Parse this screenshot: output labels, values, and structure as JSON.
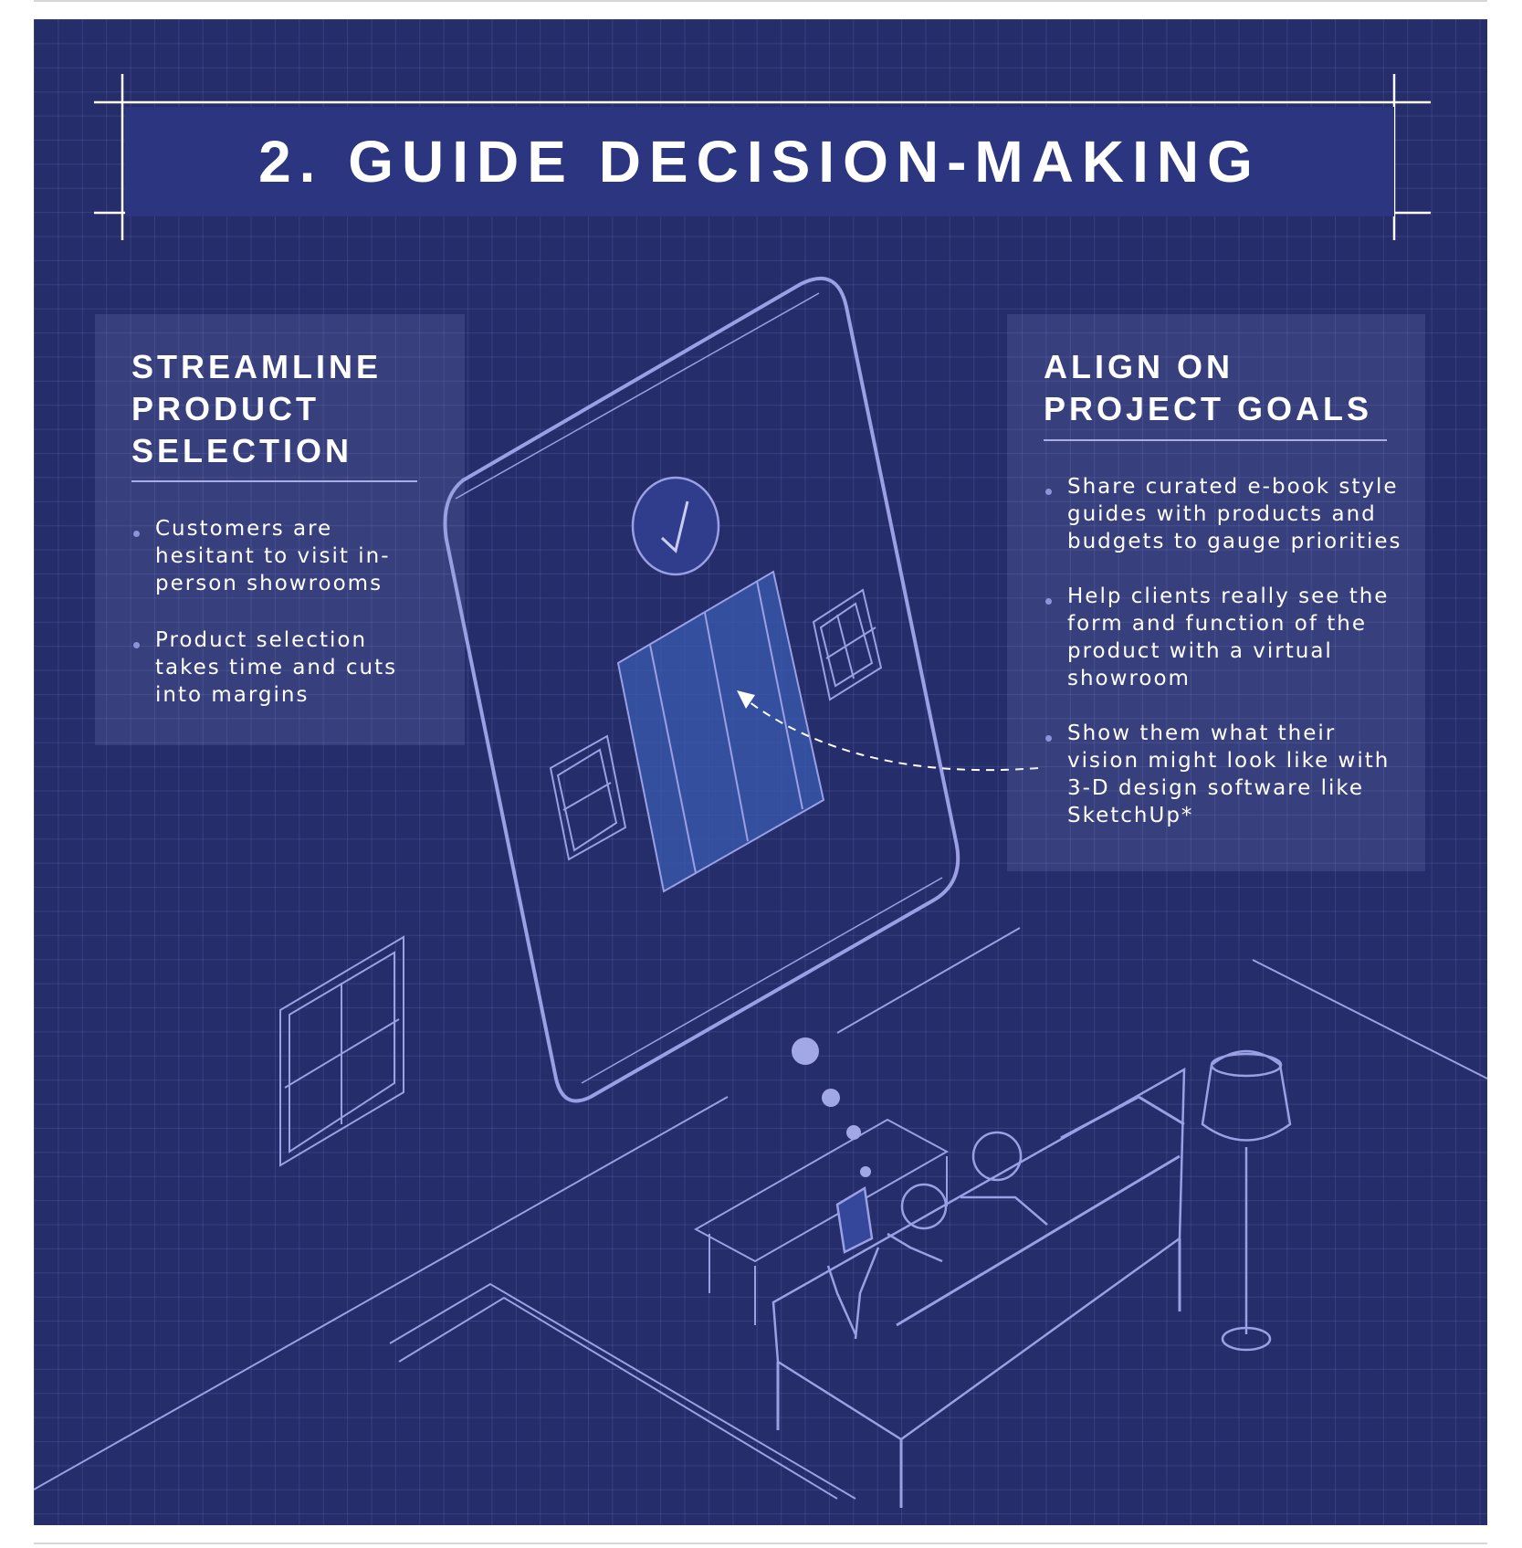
{
  "title": "2. GUIDE DECISION-MAKING",
  "left_card": {
    "heading_lines": [
      "STREAMLINE",
      "PRODUCT",
      "SELECTION"
    ],
    "bullets": [
      "Customers are\nhesitant to visit in-\nperson showrooms",
      "Product selection\ntakes time and cuts\ninto margins"
    ]
  },
  "right_card": {
    "heading_lines": [
      "ALIGN ON",
      "PROJECT GOALS"
    ],
    "bullets": [
      "Share curated e-book style\nguides with products and\nbudgets to gauge priorities",
      "Help clients really see the\nform and function of the\nproduct with a virtual\nshowroom",
      "Show them what their\nvision might look like with\n3-D design software like\nSketchUp*"
    ]
  },
  "colors": {
    "background": "#252d6b",
    "title_band": "#2b3580",
    "line": "#9aa0e3",
    "text": "#ffffff"
  }
}
